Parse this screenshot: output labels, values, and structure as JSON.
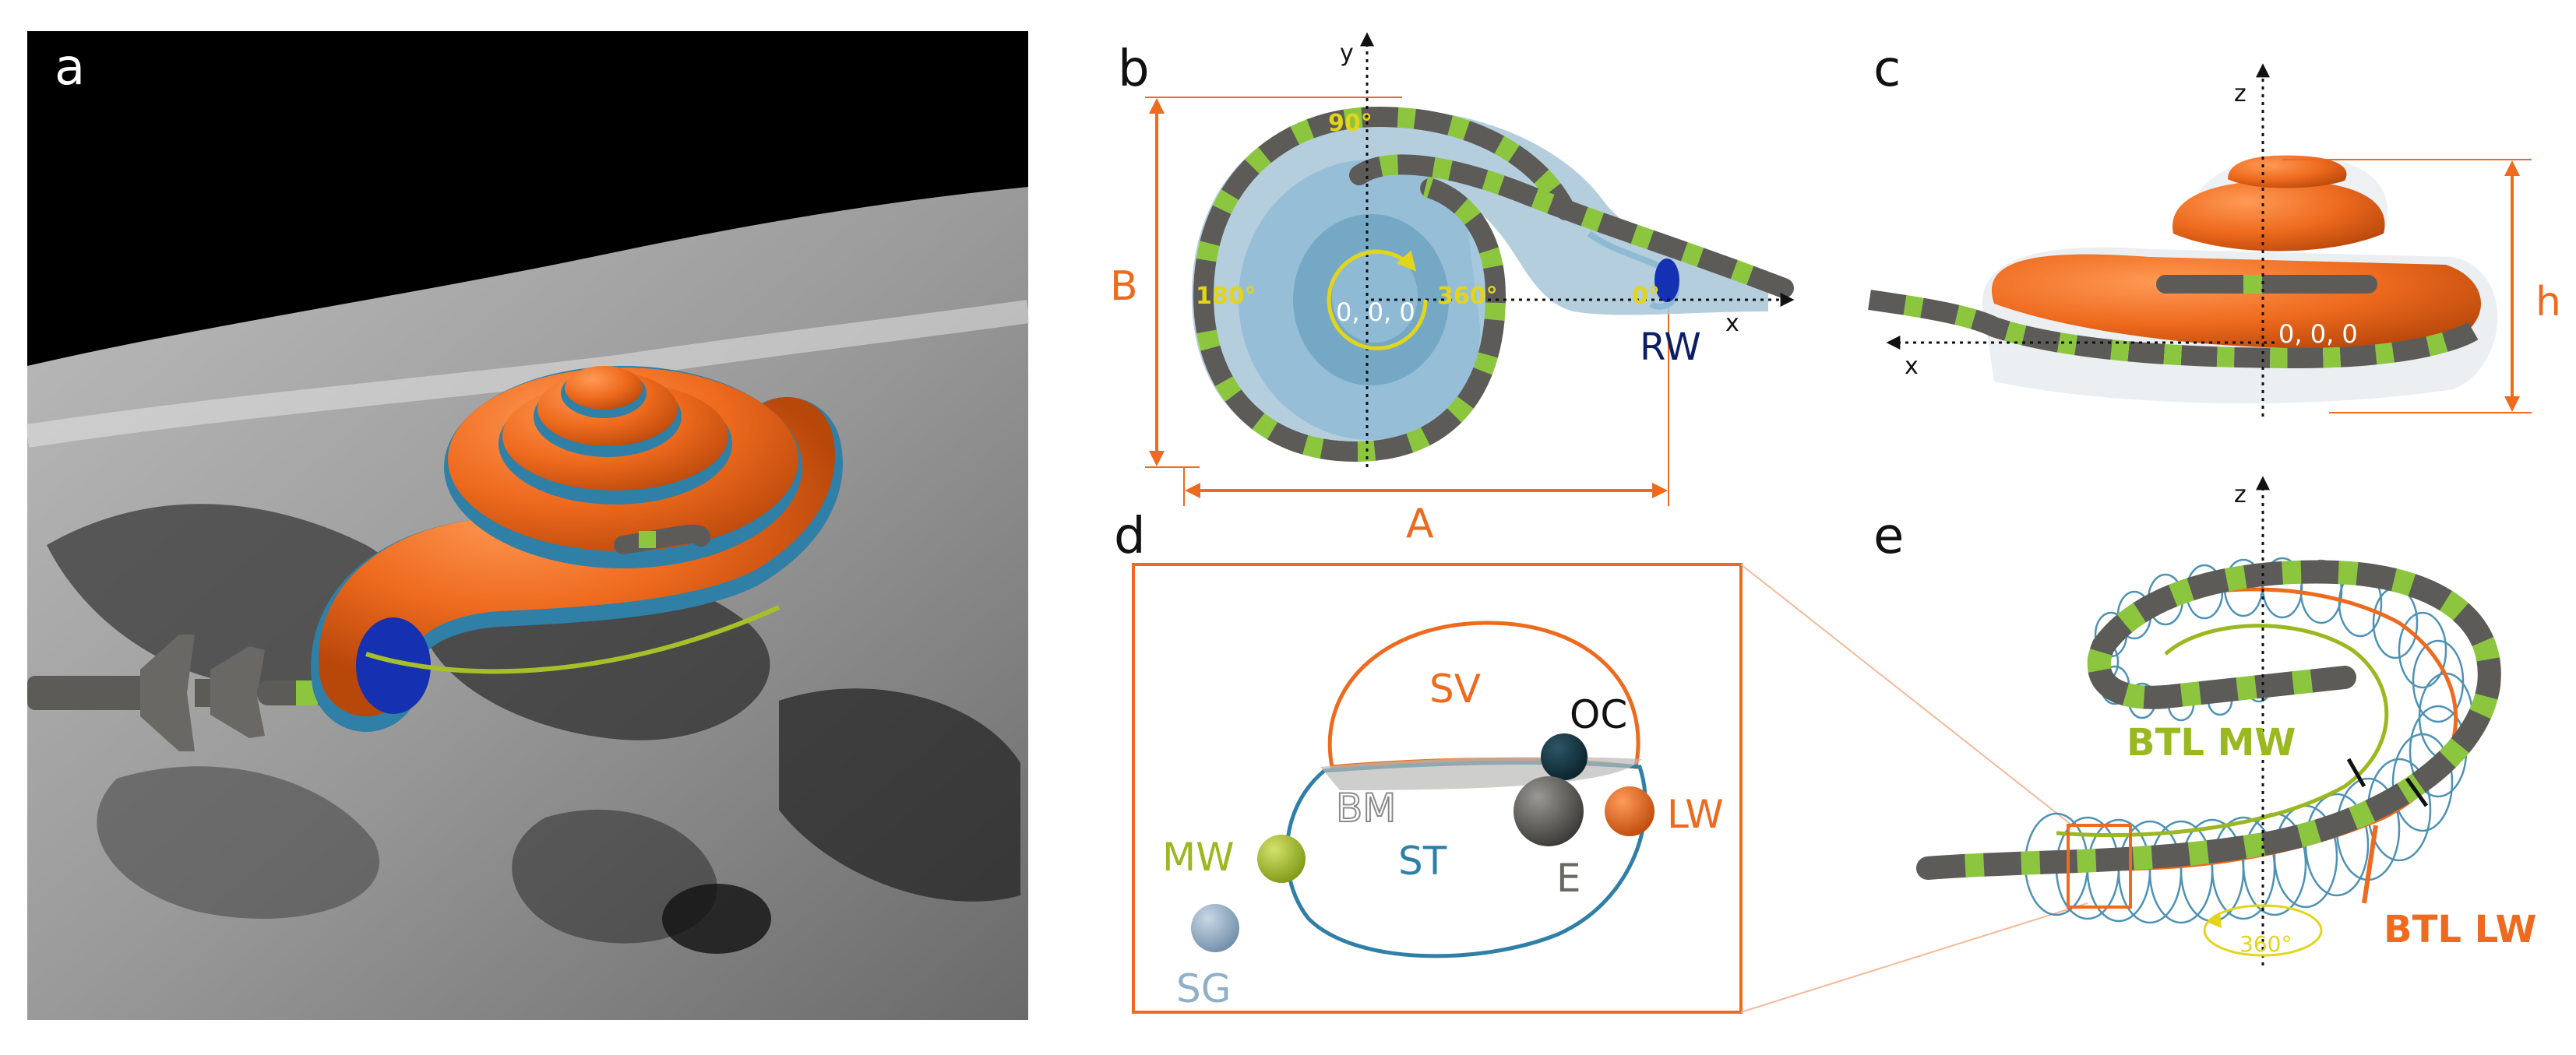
{
  "panels": {
    "a": {
      "letter": "a"
    },
    "b": {
      "letter": "b",
      "axis_y": "y",
      "axis_x": "x",
      "angles": {
        "a90": "90°",
        "a180": "180°",
        "a360": "360°",
        "a0": "0°"
      },
      "origin": "0, 0, 0",
      "round_window": "RW",
      "dim_A": "A",
      "dim_B": "B"
    },
    "c": {
      "letter": "c",
      "axis_z": "z",
      "axis_x": "x",
      "origin": "0, 0, 0",
      "dim_h": "h"
    },
    "d": {
      "letter": "d",
      "labels": {
        "sv": "SV",
        "oc": "OC",
        "bm": "BM",
        "lw": "LW",
        "mw": "MW",
        "st": "ST",
        "e": "E",
        "sg": "SG"
      }
    },
    "e": {
      "letter": "e",
      "axis_z": "z",
      "btl_mw": "BTL MW",
      "btl_lw": "BTL LW",
      "angle": "360°"
    }
  },
  "colors": {
    "orange": "#ee6a1e",
    "blue_scala": "#2f7fa6",
    "light_blue": "#8fbad4",
    "electrode_gray": "#5d5b58",
    "electrode_green": "#8cc63f",
    "yellow": "#e3d51a",
    "navy": "#0c1f66",
    "mw_green": "#9ab81f"
  },
  "icons": [
    "electrode-array-icon",
    "cochlea-model-icon",
    "coordinate-axes-icon"
  ]
}
